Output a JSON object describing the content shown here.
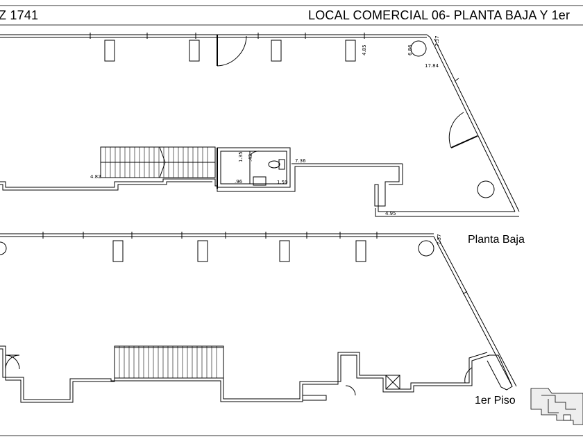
{
  "header": {
    "address": "Z 1741",
    "title": "LOCAL COMERCIAL 06- PLANTA BAJA Y 1er"
  },
  "floors": {
    "ground": {
      "label": "Planta Baja"
    },
    "first": {
      "label": "1er Piso"
    }
  },
  "dimensions": {
    "d_485": "4.85",
    "d_686": "6.86",
    "d_737a": "7.37",
    "d_1784": "17.84",
    "d_135": "1.35",
    "d_043": ".43",
    "d_736": "7.36",
    "d_482": "4.82",
    "d_096": ".96",
    "d_159": "1.59",
    "d_495": "4.95",
    "d_737b": "7.37"
  },
  "colors": {
    "line": "#000000",
    "frame": "#333333",
    "fill": "#eeeeee"
  }
}
